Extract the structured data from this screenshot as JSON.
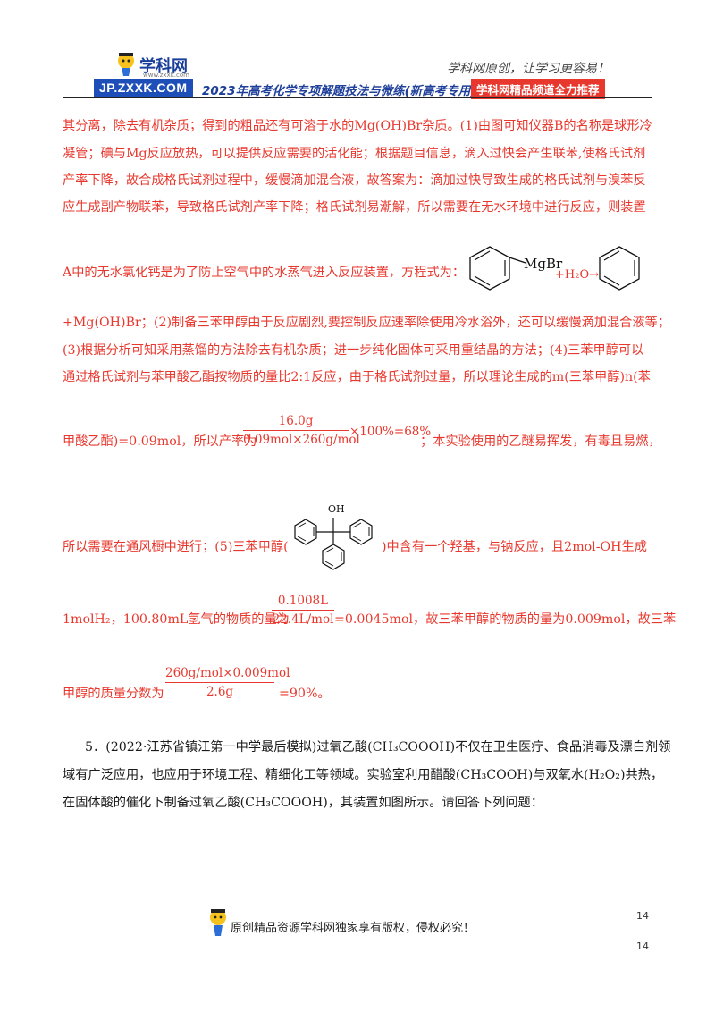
{
  "header": {
    "logo_text": "学科网",
    "logo_sub": "www.zxxk.com",
    "site_code": "JP.ZXXK.COM",
    "banner_title": "2023年高考化学专项解题技法与微练(新高考专用)",
    "banner_right": "学科网精品频道全力推荐",
    "slogan": "学科网原创，让学习更容易！"
  },
  "body": {
    "l1": "其分离，除去有机杂质；得到的粗品还有可溶于水的Mg(OH)Br杂质。(1)由图可知仪器B的名称是球形冷",
    "l2": "凝管；碘与Mg反应放热，可以提供反应需要的活化能；根据题目信息，滴入过快会产生联苯,使格氏试剂",
    "l3": "产率下降，故合成格氏试剂过程中，缓慢滴加混合液，故答案为：滴加过快导致生成的格氏试剂与溴苯反",
    "l4": "应生成副产物联苯，导致格氏试剂产率下降；格氏试剂易潮解，所以需要在无水环境中进行反应，则装置",
    "l5": "A中的无水氯化钙是为了防止空气中的水蒸气进入反应装置，方程式为：",
    "mgbr": "MgBr",
    "h2o": "+H₂O→",
    "l6": "+Mg(OH)Br；(2)制备三苯甲醇由于反应剧烈,要控制反应速率除使用冷水浴外，还可以缓慢滴加混合液等；",
    "l7": "(3)根据分析可知采用蒸馏的方法除去有机杂质；进一步纯化固体可采用重结晶的方法；(4)三苯甲醇可以",
    "l8": "通过格氏试剂与苯甲酸乙酯按物质的量比2:1反应，由于格氏试剂过量，所以理论生成的m(三苯甲醇)n(苯",
    "l9a": "甲酸乙酯)=0.09mol，所以产率为",
    "frac1_num": "16.0g",
    "frac1_den": "0.09mol×260g/mol",
    "frac1_tail": "×100%=68%",
    "l9b": "；本实验使用的乙醚易挥发，有毒且易燃，",
    "oh": "OH",
    "l10a": "所以需要在通风橱中进行；(5)三苯甲醇(",
    "l10b": ")中含有一个羟基，与钠反应，且2mol-OH生成",
    "l11a": "1molH₂，100.80mL氢气的物质的量为",
    "frac2_num": "0.1008L",
    "frac2_den": "22.4L/mol",
    "l11b": "=0.0045mol，故三苯甲醇的物质的量为0.009mol，故三苯",
    "l12a": "甲醇的质量分数为",
    "frac3_num": "260g/mol×0.009mol",
    "frac3_den": "2.6g",
    "l12b": "=90%。",
    "q5_l1": "5．(2022·江苏省镇江第一中学最后模拟)过氧乙酸(CH₃COOOH)不仅在卫生医疗、食品消毒及漂白剂领",
    "q5_l2": "域有广泛应用，也应用于环境工程、精细化工等领域。实验室利用醋酸(CH₃COOH)与双氧水(H₂O₂)共热，",
    "q5_l3": "在固体酸的催化下制备过氧乙酸(CH₃COOOH)，其装置如图所示。请回答下列问题："
  },
  "footer": {
    "copyright": "原创精品资源学科网独家享有版权，侵权必究！",
    "page_num_1": "14",
    "page_num_2": "14"
  },
  "colors": {
    "answer_red": "#e8382e",
    "brand_blue": "#1e4fb8"
  }
}
